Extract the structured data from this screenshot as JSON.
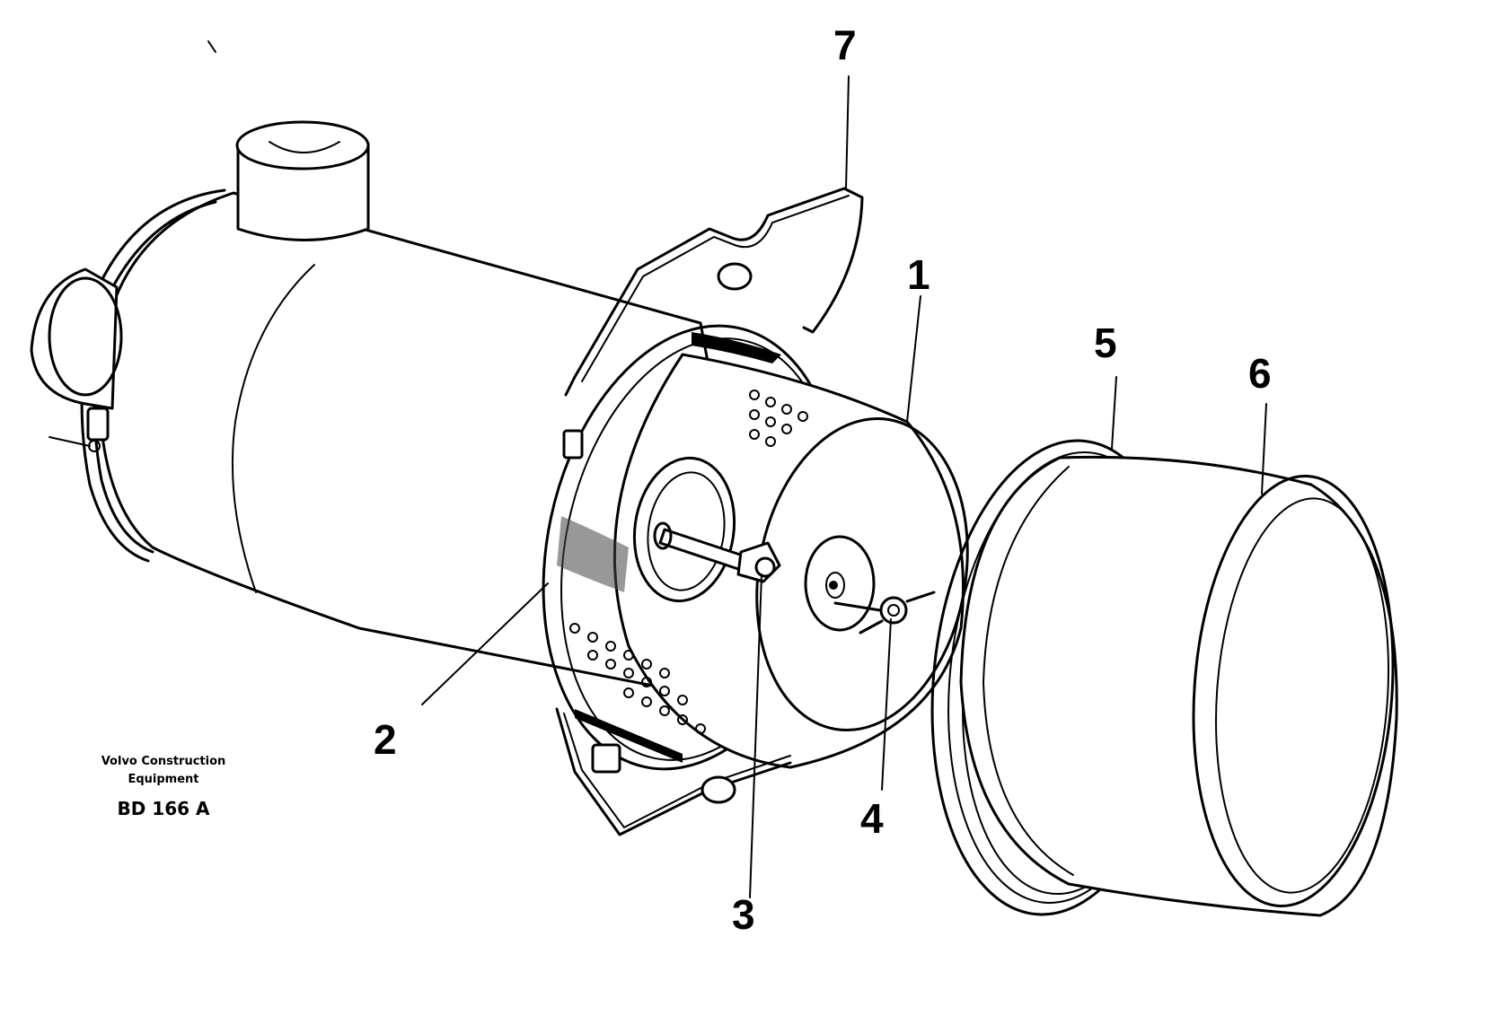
{
  "callouts": [
    {
      "id": "1",
      "text": "1"
    },
    {
      "id": "2",
      "text": "2"
    },
    {
      "id": "3",
      "text": "3"
    },
    {
      "id": "4",
      "text": "4"
    },
    {
      "id": "5",
      "text": "5"
    },
    {
      "id": "6",
      "text": "6"
    },
    {
      "id": "7",
      "text": "7"
    }
  ],
  "caption": {
    "line1": "Volvo Construction",
    "line2": "Equipment",
    "code": "BD 166 A"
  }
}
